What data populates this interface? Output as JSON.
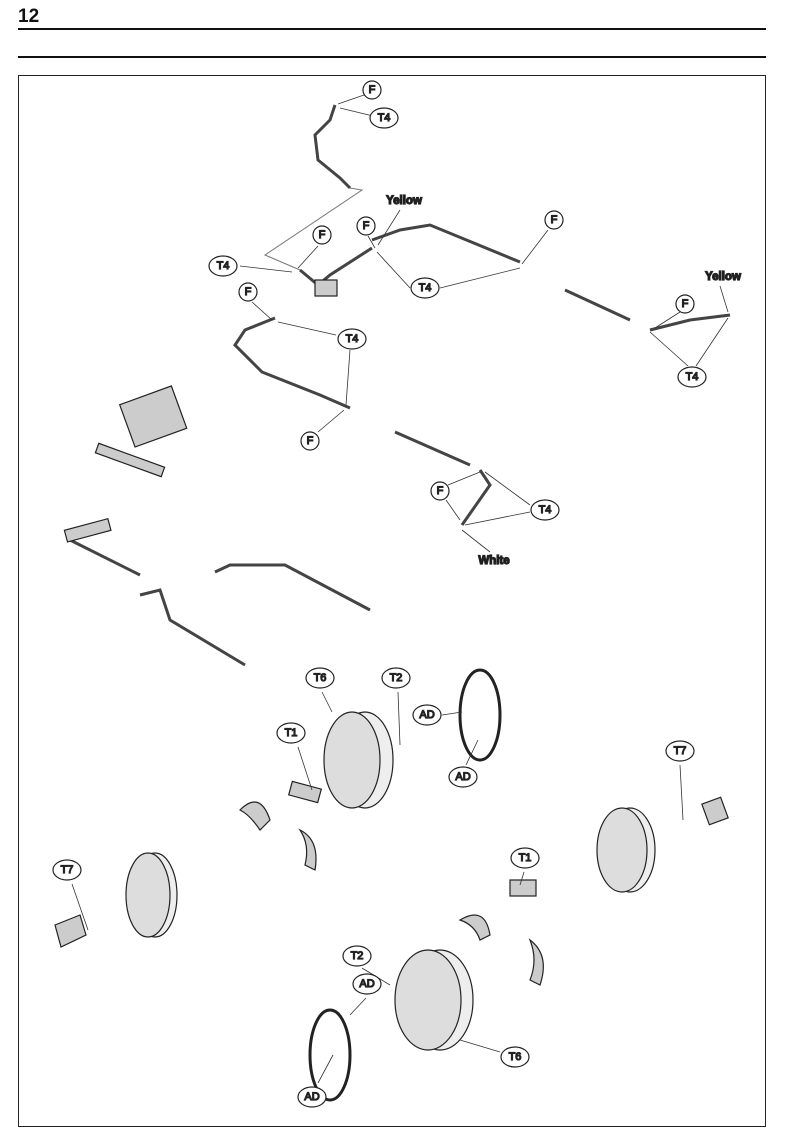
{
  "page_number": "12",
  "callouts": [
    "F",
    "T4",
    "Yellow",
    "F",
    "F",
    "F",
    "T4",
    "T4",
    "F",
    "T4",
    "F",
    "Yellow",
    "F",
    "T4",
    "F",
    "T4",
    "White",
    "T6",
    "T2",
    "AD",
    "T1",
    "AD",
    "T7",
    "T7",
    "T1",
    "T2",
    "AD",
    "AD",
    "T6"
  ]
}
